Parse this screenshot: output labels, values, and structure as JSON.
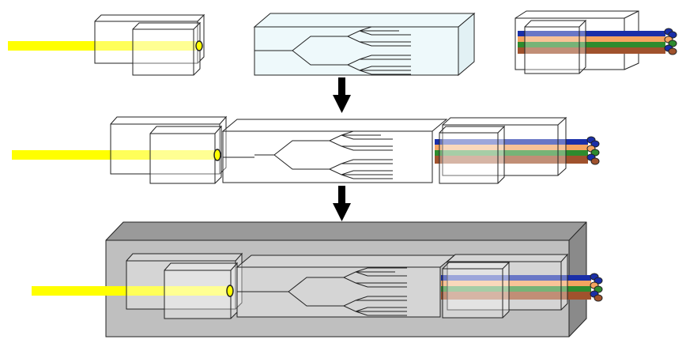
{
  "diagram": {
    "description_visible_text": "",
    "colors": {
      "fiber_input": "#ffff00",
      "ribbon_blue": "#1a2fa8",
      "ribbon_orange": "#f4a460",
      "ribbon_green": "#2e8b2e",
      "ribbon_brown": "#a0522d",
      "package_front": "#bfbfbf",
      "package_top": "#9a9a9a",
      "package_side": "#8a8a8a",
      "chip_face": "#eef9fb",
      "arrow": "#000000"
    },
    "steps": [
      {
        "id": "step-1",
        "parts": [
          "input-connector",
          "splitter-chip",
          "output-ribbon-connector"
        ]
      },
      {
        "id": "step-2",
        "parts": [
          "assembled-splitter"
        ]
      },
      {
        "id": "step-3",
        "parts": [
          "packaged-splitter"
        ]
      }
    ],
    "icons": [
      "down-arrow-icon",
      "down-arrow-icon"
    ]
  }
}
